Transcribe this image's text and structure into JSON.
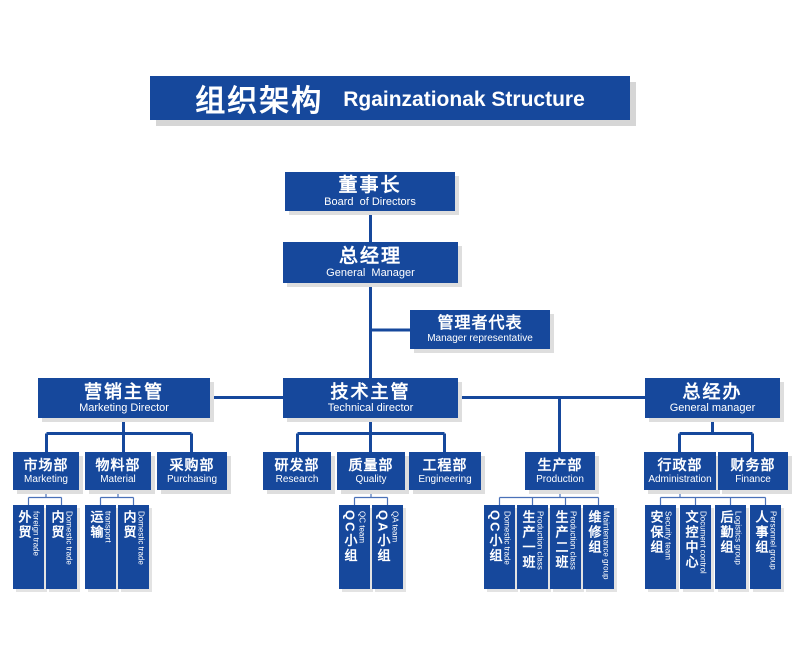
{
  "title": {
    "cn": "组织架构",
    "en": "Rgainzationak Structure"
  },
  "nodes": {
    "chairman": {
      "cn": "董事长",
      "en": "Board  of Directors"
    },
    "general_manager": {
      "cn": "总经理",
      "en": "General  Manager"
    },
    "manager_rep": {
      "cn": "管理者代表",
      "en": "Manager representative"
    },
    "marketing_director": {
      "cn": "营销主管",
      "en": "Marketing Director"
    },
    "technical_director": {
      "cn": "技术主管",
      "en": "Technical director"
    },
    "general_office": {
      "cn": "总经办",
      "en": "General manager"
    }
  },
  "depts": {
    "marketing": {
      "cn": "市场部",
      "en": "Marketing"
    },
    "material": {
      "cn": "物料部",
      "en": "Material"
    },
    "purchasing": {
      "cn": "采购部",
      "en": "Purchasing"
    },
    "research": {
      "cn": "研发部",
      "en": "Research"
    },
    "quality": {
      "cn": "质量部",
      "en": "Quality"
    },
    "engineering": {
      "cn": "工程部",
      "en": "Engineering"
    },
    "production": {
      "cn": "生产部",
      "en": "Production"
    },
    "administration": {
      "cn": "行政部",
      "en": "Administration"
    },
    "finance": {
      "cn": "财务部",
      "en": "Finance"
    }
  },
  "teams": {
    "marketing": [
      {
        "cn": "外贸",
        "en": "foreign trade"
      },
      {
        "cn": "内贸",
        "en": "Domestic trade"
      }
    ],
    "material": [
      {
        "cn": "运输",
        "en": "transport"
      },
      {
        "cn": "内贸",
        "en": "Domestic trade"
      }
    ],
    "quality": [
      {
        "cn": "QC小组",
        "en": "QC team"
      },
      {
        "cn": "QA小组",
        "en": "QA team"
      }
    ],
    "production": [
      {
        "cn": "QC小组",
        "en": "Domestic trade"
      },
      {
        "cn": "生产一班",
        "en": "Production class"
      },
      {
        "cn": "生产二班",
        "en": "Production class"
      },
      {
        "cn": "维修组",
        "en": "Maintenance group"
      }
    ],
    "administration": [
      {
        "cn": "安保组",
        "en": "Security team"
      },
      {
        "cn": "文控中心",
        "en": "Document control"
      },
      {
        "cn": "后勤组",
        "en": "Logistics group"
      },
      {
        "cn": "人事组",
        "en": "Personnel group"
      }
    ]
  },
  "colors": {
    "box_blue": "#16489c",
    "connector_blue": "#16489c",
    "sub_connector_blue": "#4a71b8",
    "shadow_gray": "#dedede",
    "background": "#ffffff",
    "text": "#ffffff"
  }
}
